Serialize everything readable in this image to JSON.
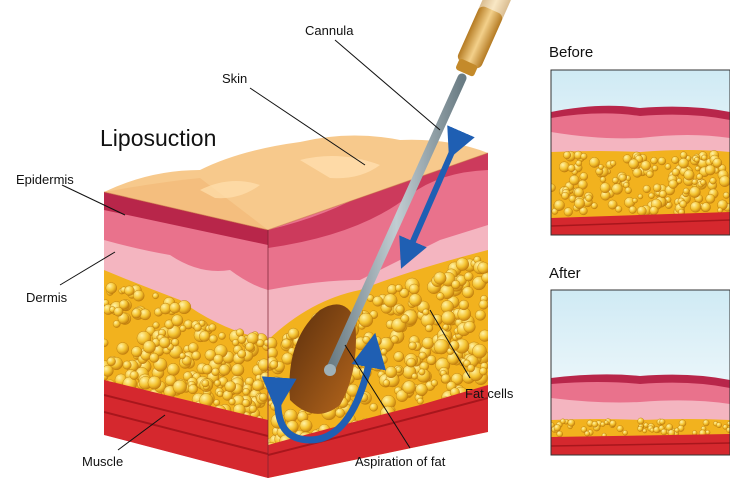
{
  "diagram": {
    "title": "Liposuction",
    "labels": {
      "cannula": "Cannula",
      "skin": "Skin",
      "epidermis": "Epidermis",
      "dermis": "Dermis",
      "muscle": "Muscle",
      "fat_cells": "Fat cells",
      "aspiration": "Aspiration of fat"
    },
    "panels": {
      "before": "Before",
      "after": "After"
    },
    "colors": {
      "skin_surface": "#f7c98c",
      "epidermis": "#b8264a",
      "dermis_top": "#e9728c",
      "dermis_lower": "#f4b5c0",
      "fat": "#f2b21e",
      "fat_cell": "#f7d04a",
      "muscle": "#d5282e",
      "arrow": "#1f5fb3",
      "cannula": "#8a9aa3",
      "handle": "#d9a441",
      "sky": "#cfeaf4"
    }
  }
}
